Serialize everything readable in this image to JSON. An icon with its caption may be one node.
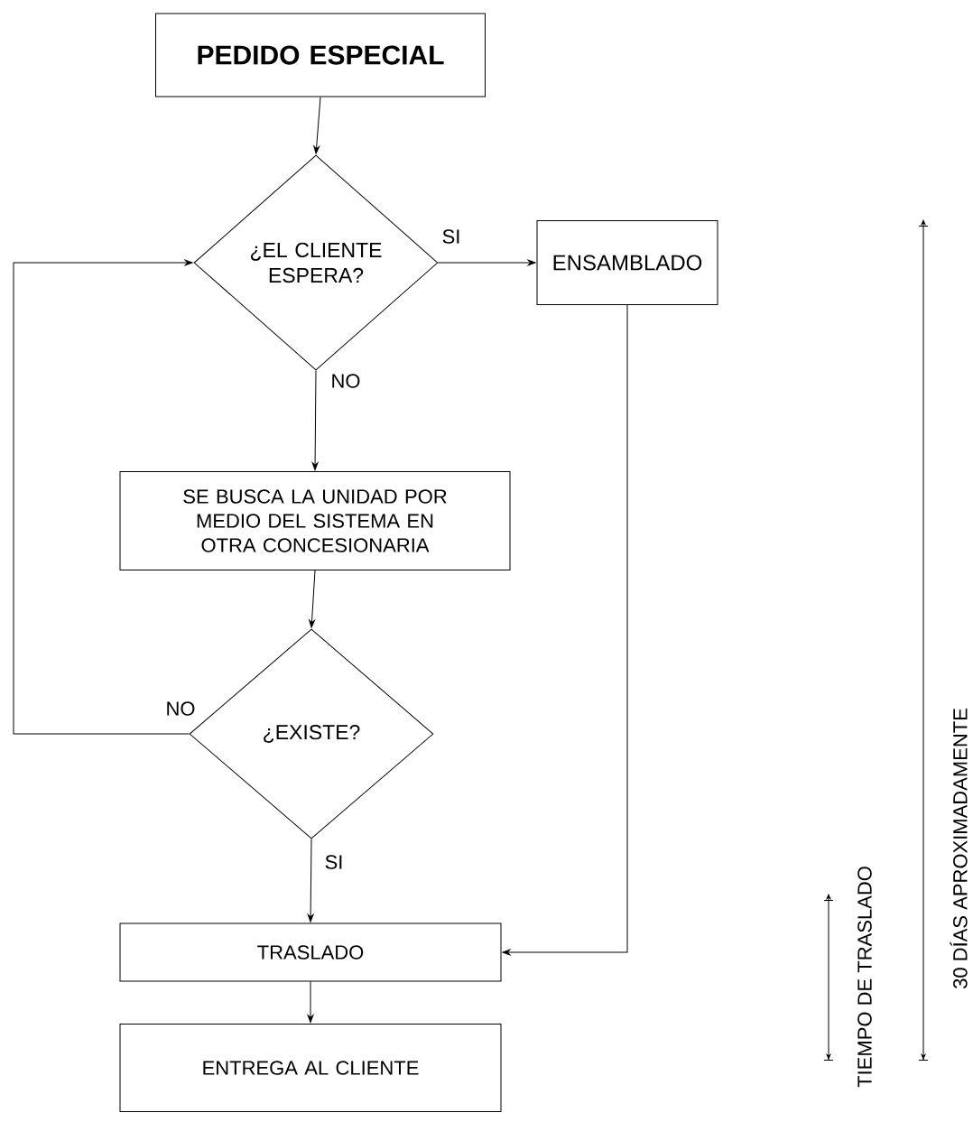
{
  "diagram": {
    "nodes": [
      {
        "text": [
          "PEDIDO ESPECIAL"
        ]
      },
      {
        "text": [
          "¿EL CLIENTE ESPERA?"
        ]
      },
      {
        "text": [
          "ENSAMBLADO"
        ]
      },
      {
        "text": [
          "SE BUSCA LA UNIDAD POR MEDIO DEL SISTEMA EN OTRA CONCESIONARIA"
        ]
      },
      {
        "text": [
          "¿EXISTE?"
        ]
      },
      {
        "text": [
          "TRASLADO"
        ]
      },
      {
        "text": [
          "ENTREGA AL CLIENTE"
        ]
      }
    ],
    "edges": [
      {
        "from": 0,
        "to": 1,
        "arrow": "to"
      },
      {
        "from": 1,
        "to": 2,
        "arrow": "to",
        "label": "SI"
      },
      {
        "from": 1,
        "to": 3,
        "arrow": "to",
        "label": "NO"
      },
      {
        "from": 3,
        "to": 4,
        "arrow": "to"
      },
      {
        "from": 4,
        "to": 1,
        "arrow": "to",
        "label": "NO"
      },
      {
        "from": 4,
        "to": 5,
        "arrow": "to",
        "label": "SI"
      },
      {
        "from": 2,
        "to": 5,
        "arrow": "to"
      },
      {
        "from": 5,
        "to": 6,
        "arrow": "to"
      }
    ],
    "labels": [
      "TIEMPO DE TRASLADO",
      "30 DÍAS APROXIMADAMENTE"
    ]
  }
}
